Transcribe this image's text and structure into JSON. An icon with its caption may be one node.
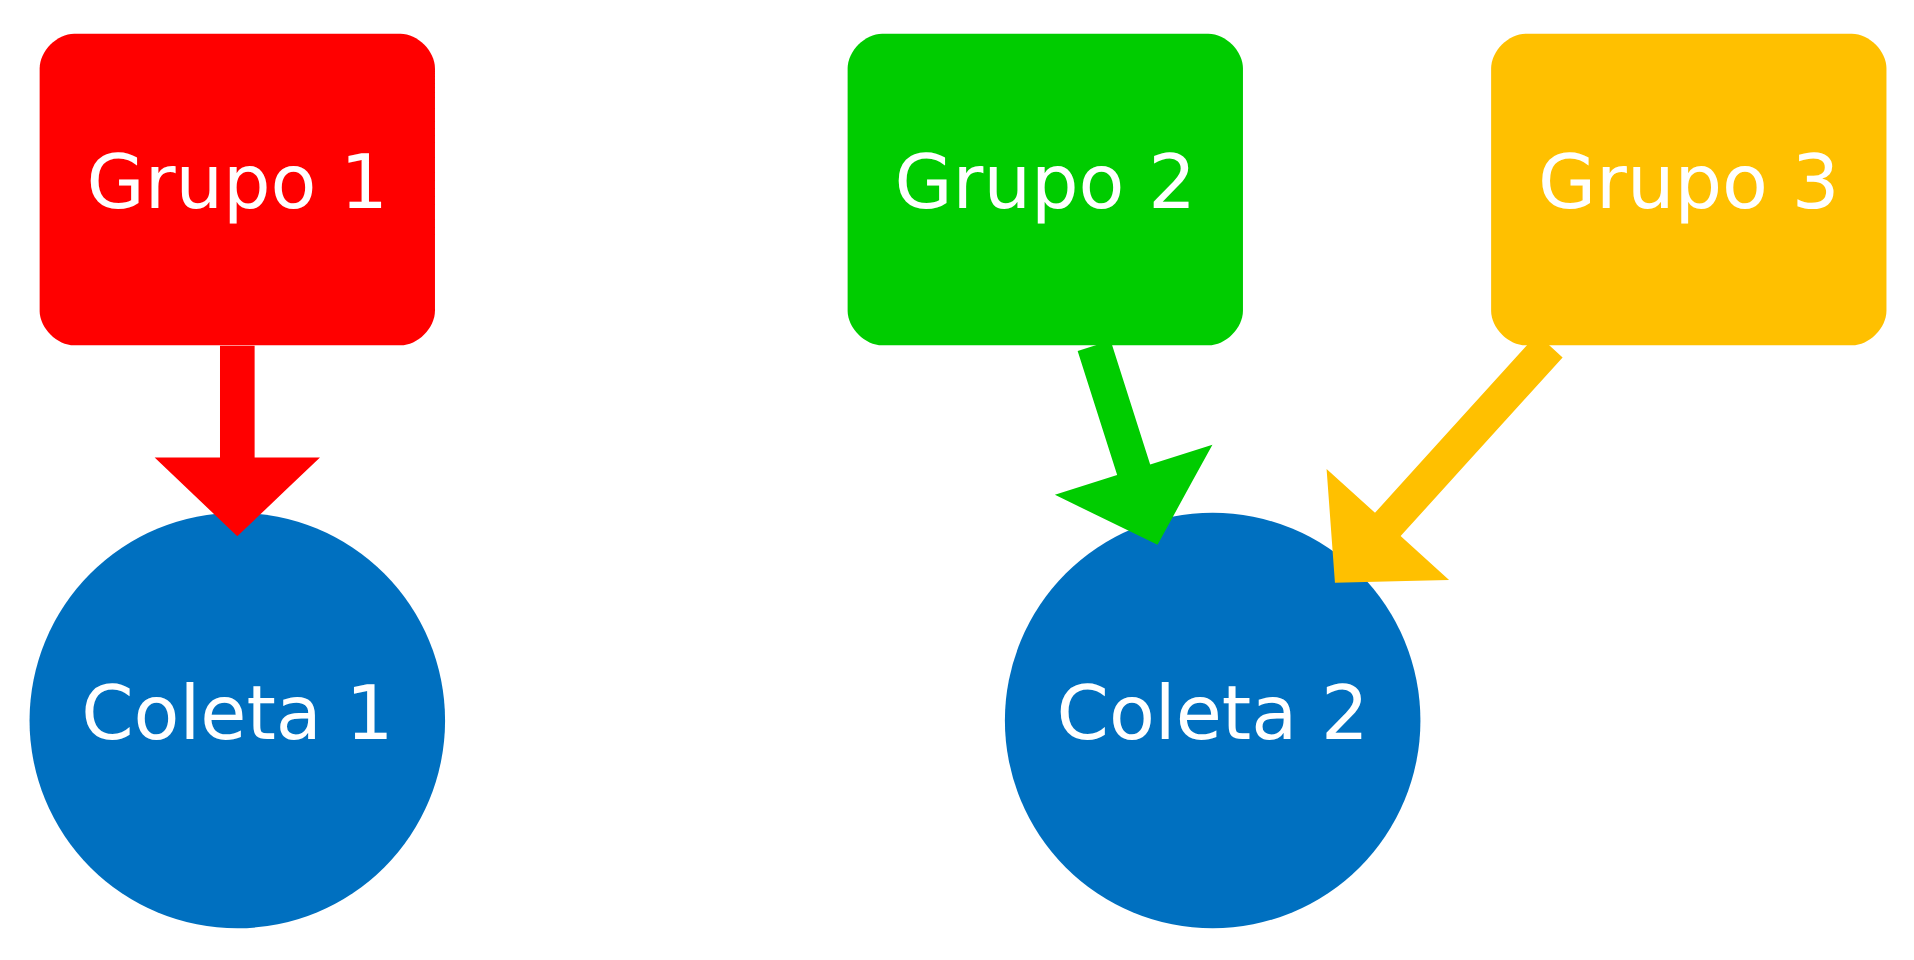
{
  "diagram": {
    "nodes": [
      {
        "text": [
          "Grupo 1"
        ]
      },
      {
        "text": [
          "Grupo 2"
        ]
      },
      {
        "text": [
          "Grupo 3"
        ]
      },
      {
        "text": [
          "Coleta 1"
        ]
      },
      {
        "text": [
          "Coleta 2"
        ]
      }
    ],
    "edges": [
      {
        "from": 0,
        "to": 3,
        "arrow": "to",
        "color": "#ff0000"
      },
      {
        "from": 1,
        "to": 4,
        "arrow": "to",
        "color": "#00cc00"
      },
      {
        "from": 2,
        "to": 4,
        "arrow": "to",
        "color": "#ffc000"
      }
    ]
  }
}
